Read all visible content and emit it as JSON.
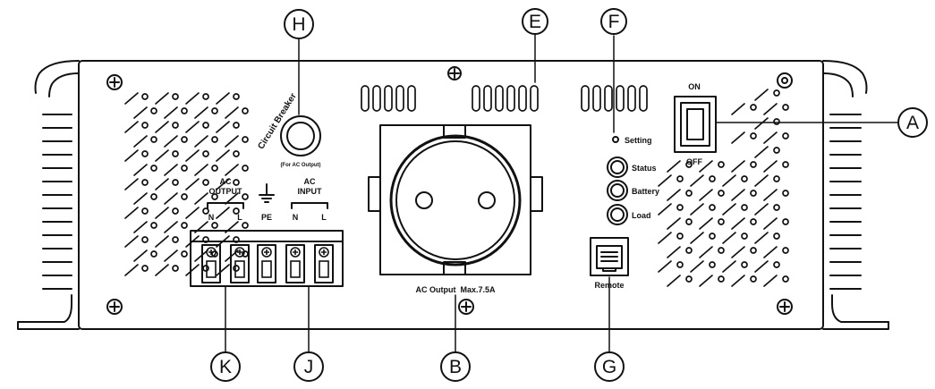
{
  "callouts": {
    "A": "A",
    "B": "B",
    "E": "E",
    "F": "F",
    "G": "G",
    "H": "H",
    "J": "J",
    "K": "K"
  },
  "labels": {
    "on": "ON",
    "off": "OFF",
    "setting": "Setting",
    "status": "Status",
    "battery": "Battery",
    "load": "Load",
    "remote": "Remote",
    "ac_output_rating": "AC Output  Max.7.5A",
    "circuit_breaker": "Circuit Breaker",
    "for_ac_output": "(For AC Output)",
    "ac_output_a": "AC",
    "ac_output_b": "OUTPUT",
    "ac_input_a": "AC",
    "ac_input_b": "INPUT",
    "term_n1": "N",
    "term_l1": "L",
    "term_pe": "PE",
    "term_n2": "N",
    "term_l2": "L"
  },
  "colors": {
    "ink": "#111111",
    "panel": "#ffffff"
  }
}
